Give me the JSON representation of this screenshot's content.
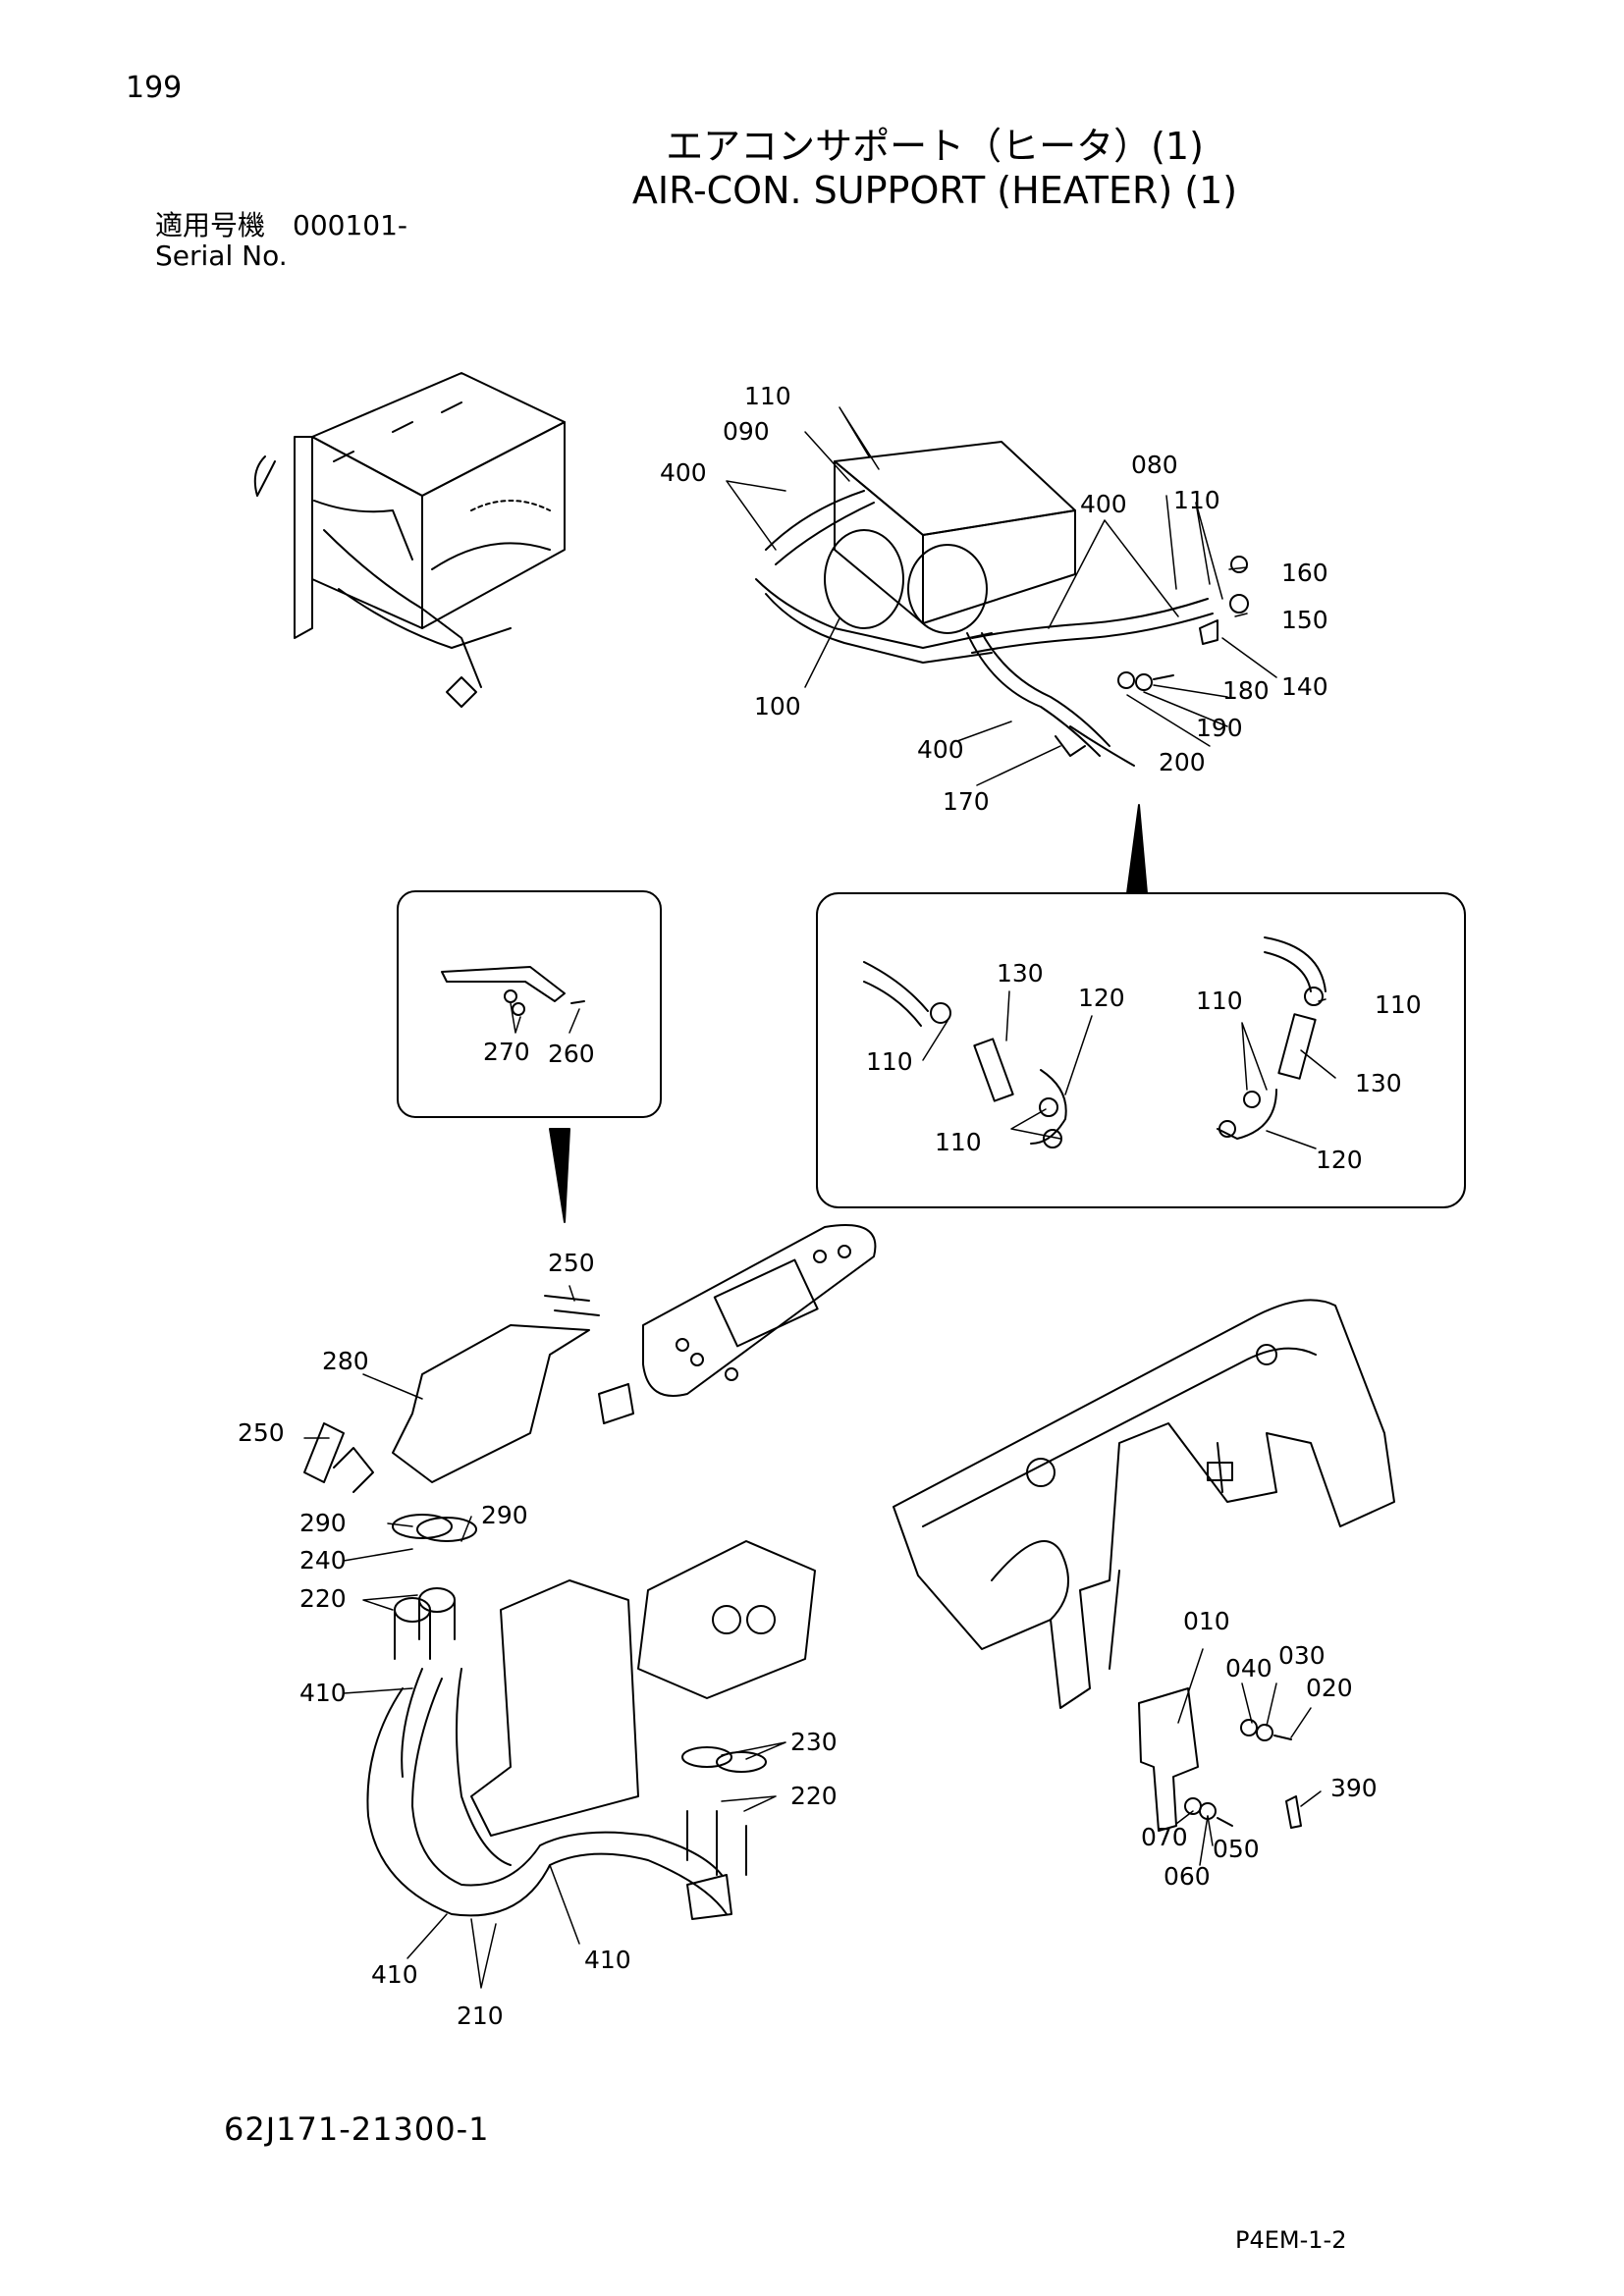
{
  "header": {
    "page_number": "199",
    "title_jp": "エアコンサポート（ヒータ）(1)",
    "title_en": "AIR-CON. SUPPORT (HEATER) (1)",
    "serial_label_jp": "適用号機　000101-",
    "serial_label_en": "Serial No."
  },
  "diagram": {
    "callouts": {
      "c110a": "110",
      "c090": "090",
      "c400a": "400",
      "c080": "080",
      "c400b": "400",
      "c110b": "110",
      "c160": "160",
      "c150": "150",
      "c140": "140",
      "c100": "100",
      "c180": "180",
      "c190": "190",
      "c400c": "400",
      "c200": "200",
      "c170": "170",
      "c270": "270",
      "c260": "260",
      "c130a": "130",
      "c120a": "120",
      "c110c": "110",
      "c110d": "110",
      "c110e": "110",
      "c110f": "110",
      "c130b": "130",
      "c120b": "120",
      "c250a": "250",
      "c280": "280",
      "c250b": "250",
      "c290a": "290",
      "c290b": "290",
      "c240": "240",
      "c220a": "220",
      "c410a": "410",
      "c230": "230",
      "c220b": "220",
      "c410b": "410",
      "c410c": "410",
      "c210": "210",
      "c010": "010",
      "c040": "040",
      "c030": "030",
      "c020": "020",
      "c390": "390",
      "c070": "070",
      "c050": "050",
      "c060": "060"
    }
  },
  "footer": {
    "drawing_number": "62J171-21300-1",
    "page_ref": "P4EM-1-2"
  }
}
